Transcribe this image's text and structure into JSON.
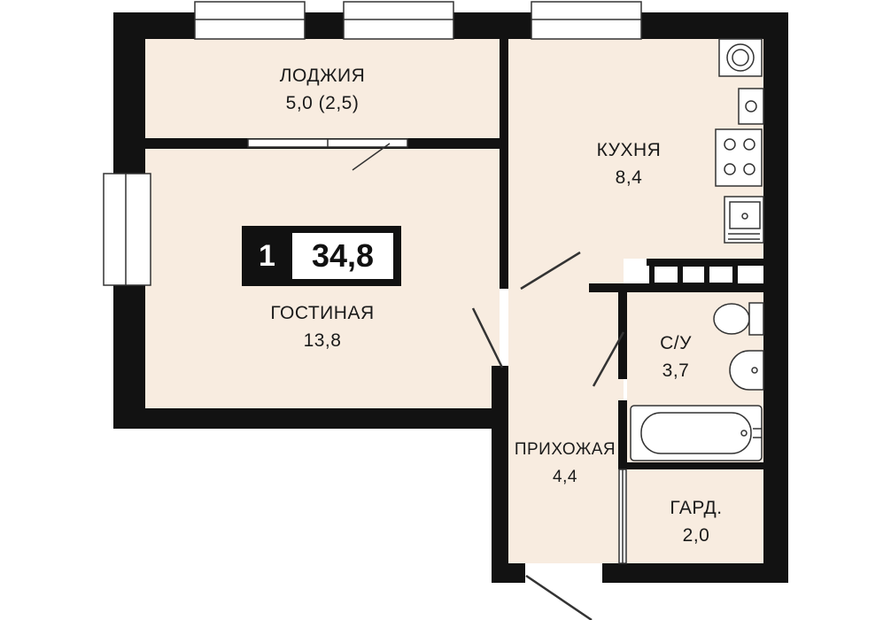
{
  "plan": {
    "summary": {
      "rooms": "1",
      "total_area": "34,8"
    },
    "rooms": [
      {
        "id": "loggia",
        "name": "ЛОДЖИЯ",
        "area": "5,0 (2,5)"
      },
      {
        "id": "kitchen",
        "name": "КУХНЯ",
        "area": "8,4"
      },
      {
        "id": "living",
        "name": "ГОСТИНАЯ",
        "area": "13,8"
      },
      {
        "id": "bathroom",
        "name": "С/У",
        "area": "3,7"
      },
      {
        "id": "hallway",
        "name": "ПРИХОЖАЯ",
        "area": "4,4"
      },
      {
        "id": "wardrobe",
        "name": "ГАРД.",
        "area": "2,0"
      }
    ]
  },
  "colors": {
    "floor": "#f8ece0",
    "wall": "#121212",
    "line": "#333333",
    "fixture": "#ffffff"
  }
}
